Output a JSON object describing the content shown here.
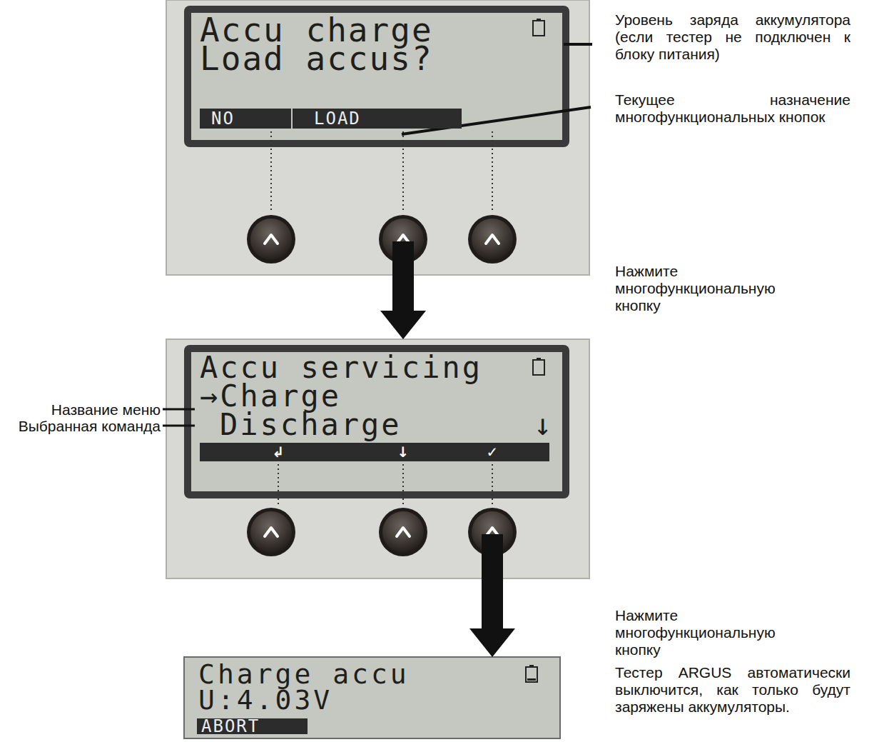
{
  "diagram": {
    "nodes": [
      {
        "text": [
          "Accu charge",
          "Load accus?"
        ]
      },
      {
        "text": [
          "NO"
        ],
        "in": 0
      },
      {
        "text": [
          "LOAD"
        ],
        "in": 0
      },
      {
        "text": [
          "Accu servicing",
          "→Charge",
          "Discharge",
          "↓"
        ]
      },
      {
        "text": [
          "↲",
          "↓",
          "✓"
        ],
        "in": 3
      },
      {
        "text": [
          "Charge accu",
          "U:4.03V"
        ]
      },
      {
        "text": [
          "ABORT"
        ],
        "in": 5
      }
    ],
    "edges": [
      {
        "from": 0,
        "to": 3,
        "arrow": "to"
      },
      {
        "from": 3,
        "to": 5,
        "arrow": "to"
      }
    ],
    "labels": [
      "Уровень заряда аккумулятора (если тестер не подключен к блоку питания)",
      "Текущее назначение многофункциональных кнопок",
      "Нажмите многофункциональную кнопку",
      "Название меню",
      "Выбранная команда",
      "Нажмите многофункциональную кнопку",
      "Тестер ARGUS автоматически выключится, как только будут заряжены аккумуляторы."
    ]
  }
}
